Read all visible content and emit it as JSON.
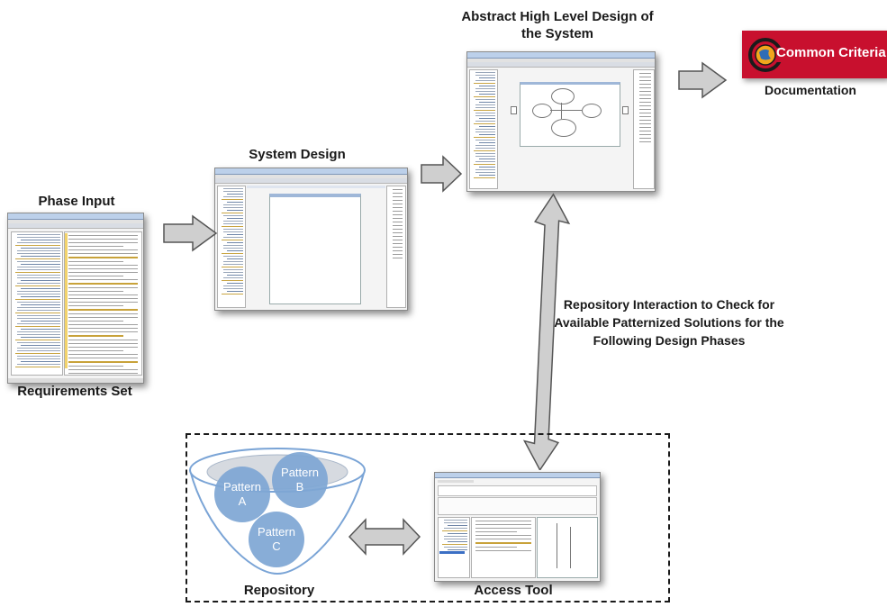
{
  "labels": {
    "phase_input": "Phase Input",
    "requirements_set": "Requirements Set",
    "system_design": "System Design",
    "abstract_design": "Abstract High Level Design of the System",
    "documentation": "Documentation",
    "common_criteria": "Common Criteria",
    "repo_interaction": "Repository Interaction to Check for Available Patternized Solutions for the Following Design Phases",
    "repository": "Repository",
    "access_tool": "Access Tool"
  },
  "patterns": {
    "a": [
      "Pattern",
      "A"
    ],
    "b": [
      "Pattern",
      "B"
    ],
    "c": [
      "Pattern",
      "C"
    ]
  },
  "colors": {
    "arrow_fill": "#cfcfcf",
    "arrow_stroke": "#555555",
    "funnel_stroke": "#7aa4d6",
    "pattern_fill": "#7ea6d4",
    "cc_banner": "#c8102e",
    "selection": "#3b6fc4"
  },
  "icons": {
    "cc_logo": "common-criteria-logo-icon"
  }
}
